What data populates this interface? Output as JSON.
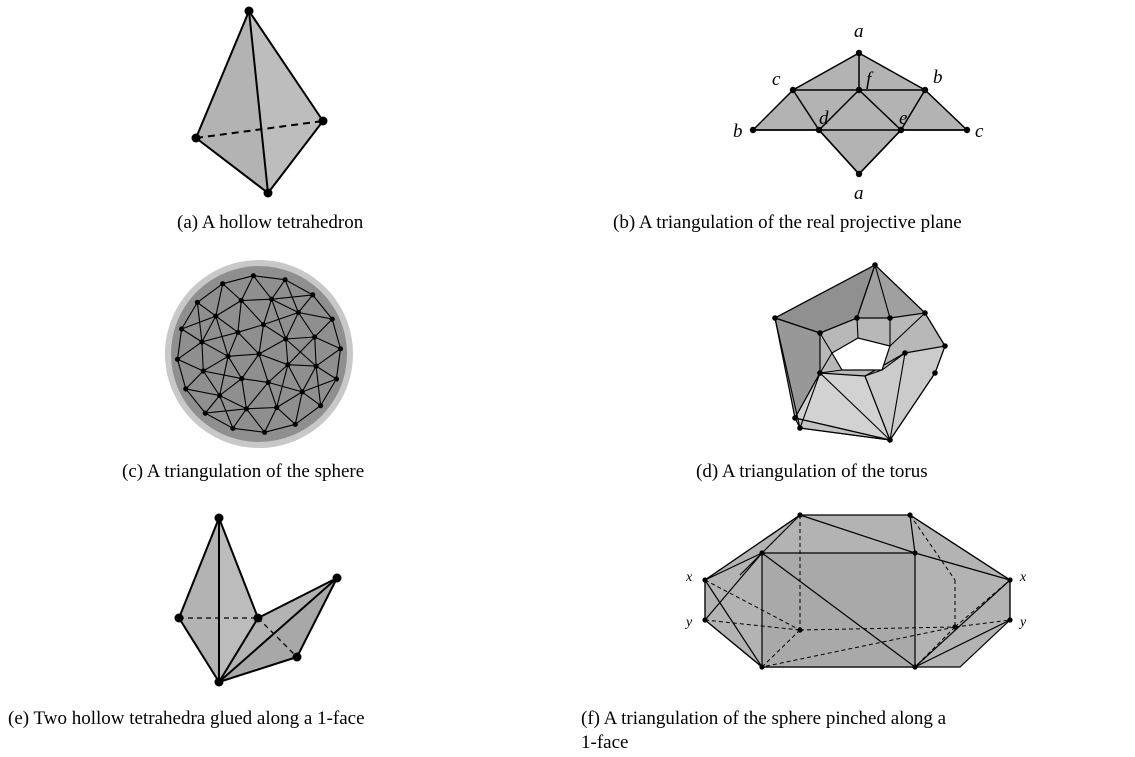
{
  "panels": {
    "a": {
      "caption": "(a) A hollow tetrahedron"
    },
    "b": {
      "caption": "(b) A triangulation of the real projective plane",
      "labels": {
        "a_top": "a",
        "a_bottom": "a",
        "c_left": "c",
        "c_right": "c",
        "b_left": "b",
        "b_right": "b",
        "d": "d",
        "e": "e",
        "f": "f"
      }
    },
    "c": {
      "caption": "(c) A triangulation of the sphere"
    },
    "d": {
      "caption": "(d) A triangulation of the torus"
    },
    "e": {
      "caption": "(e) Two hollow tetrahedra glued along a 1-face"
    },
    "f": {
      "caption_line1": "(f) A triangulation of the sphere pinched along a",
      "caption_line2": "1-face",
      "labels": {
        "x_left": "x",
        "x_right": "x",
        "y_left": "y",
        "y_right": "y"
      }
    }
  },
  "colors": {
    "face": "#b3b3b3",
    "face_dark": "#8f8f8f",
    "face_light": "#d2d2d2",
    "stroke": "#000000"
  }
}
